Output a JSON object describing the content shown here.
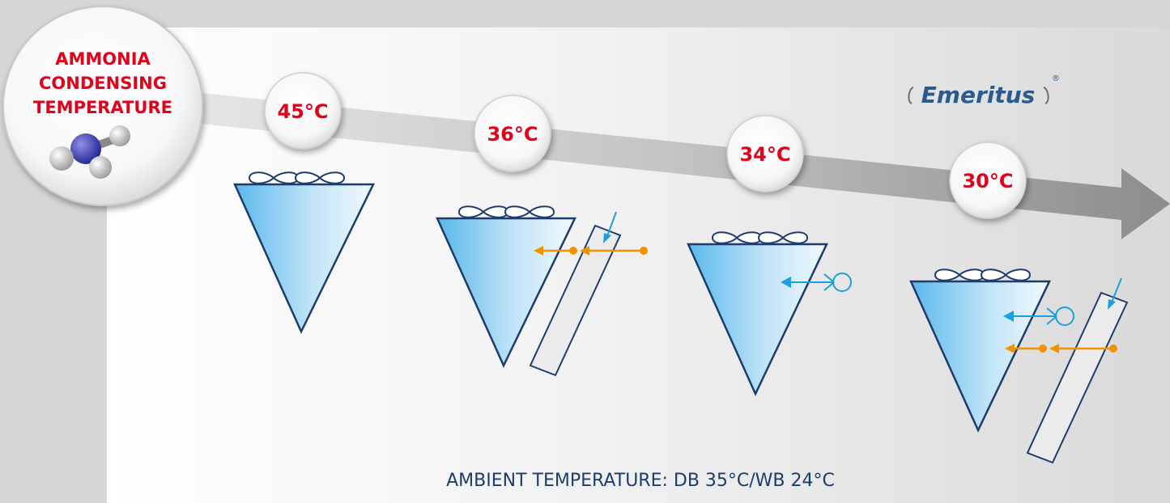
{
  "title": {
    "line1": "AMMONIA",
    "line2": "CONDENSING",
    "line3": "TEMPERATURE"
  },
  "brand": {
    "name": "Emeritus",
    "registered": "®"
  },
  "stages": [
    {
      "temperature": "45°C",
      "type": "dry-cooler"
    },
    {
      "temperature": "36°C",
      "type": "adiabatic-pad"
    },
    {
      "temperature": "34°C",
      "type": "spray"
    },
    {
      "temperature": "30°C",
      "type": "spray-and-pad"
    }
  ],
  "ambient": "AMBIENT TEMPERATURE: DB 35°C/WB 24°C",
  "colors": {
    "accent": "#e3001b",
    "text_navy": "#1d3c6e",
    "cone_outline": "#1d3c6e",
    "air_arrow": "#f39200",
    "water_arrow": "#1aa0dc",
    "brand": "#2b5a8c"
  }
}
